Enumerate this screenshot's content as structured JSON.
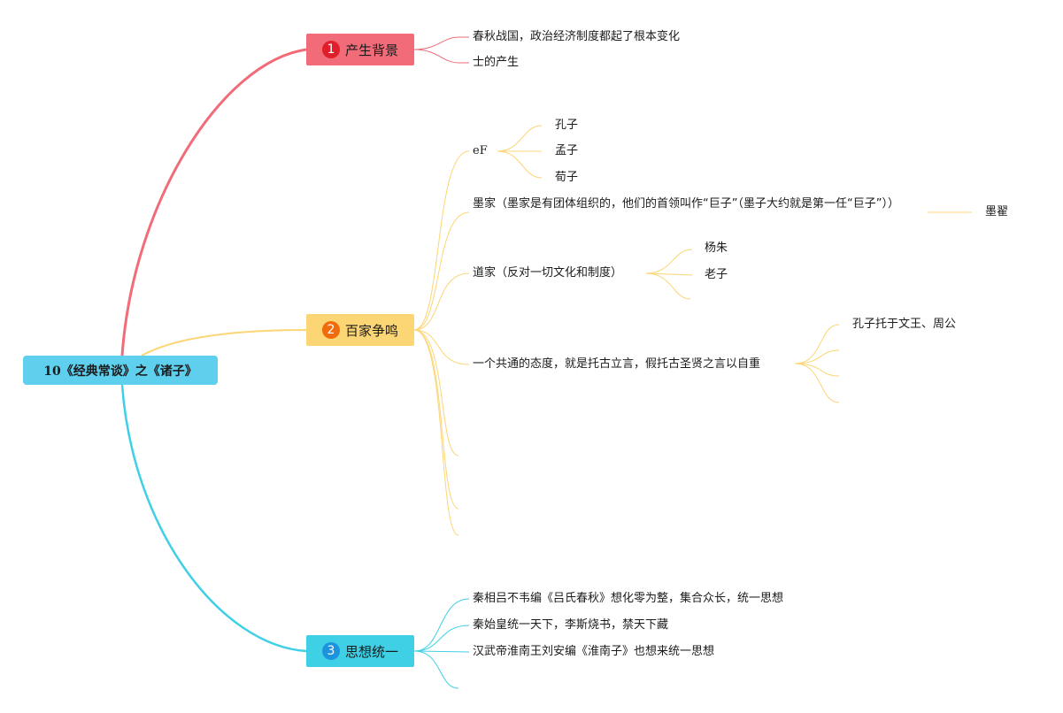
{
  "root": {
    "label": "10《经典常谈》之《诸子》"
  },
  "branches": [
    {
      "label": "产生背景",
      "badge": "1",
      "color": "#f26b78",
      "children": [
        {
          "label": "春秋战国，政治经济制度都起了根本变化"
        },
        {
          "label": "士的产生"
        }
      ]
    },
    {
      "label": "百家争鸣",
      "badge": "2",
      "color": "#fcd574",
      "children": [
        {
          "label": "eF",
          "children": [
            {
              "label": "孔子"
            },
            {
              "label": "孟子"
            },
            {
              "label": "荀子"
            }
          ]
        },
        {
          "label": "墨家（墨家是有团体组织的，他们的首领叫作“巨子”（墨子大约就是第一任“巨子”））",
          "children": [
            {
              "label": "墨翟"
            }
          ]
        },
        {
          "label": "道家（反对一切文化和制度）",
          "children": [
            {
              "label": "杨朱"
            },
            {
              "label": "老子"
            },
            {
              "label": ""
            }
          ]
        },
        {
          "label": "一个共通的态度，就是托古立言，假托古圣贤之言以自重",
          "children": [
            {
              "label": "孔子托于文王、周公"
            },
            {
              "label": ""
            },
            {
              "label": ""
            },
            {
              "label": ""
            }
          ]
        },
        {
          "label": ""
        },
        {
          "label": ""
        },
        {
          "label": ""
        }
      ]
    },
    {
      "label": "思想统一",
      "badge": "3",
      "color": "#3fd0e6",
      "children": [
        {
          "label": "秦相吕不韦编《吕氏春秋》想化零为整，集合众长，统一思想"
        },
        {
          "label": "秦始皇统一天下，李斯烧书，禁天下藏"
        },
        {
          "label": "汉武帝淮南王刘安编《淮南子》也想来统一思想"
        },
        {
          "label": ""
        }
      ]
    }
  ]
}
